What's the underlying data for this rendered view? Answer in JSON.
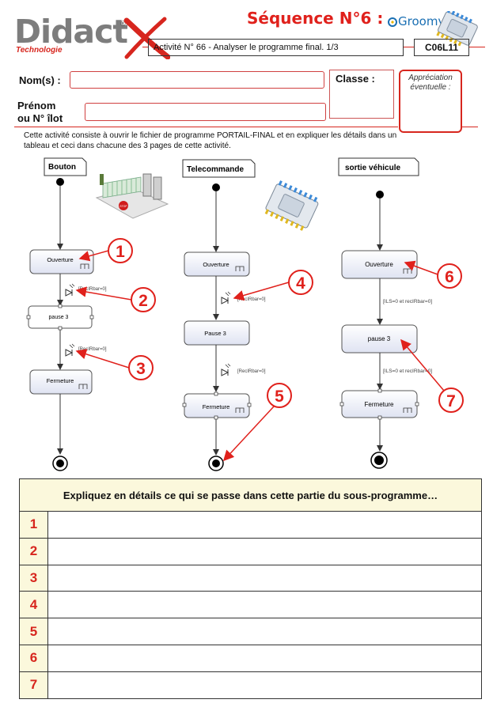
{
  "header": {
    "logo_main": "Didact",
    "logo_reg": "®",
    "logo_sub": "Technologie",
    "sequence_title": "Séquence N°6 :",
    "brand": "Groomy",
    "activity": "Activité N° 66 - Analyser le programme final. 1/3",
    "code": "C06L11",
    "accent_color": "#e0211c"
  },
  "form": {
    "name_label": "Nom(s) :",
    "class_label": "Classe :",
    "firstname_label_1": "Prénom",
    "firstname_label_2": "ou N° îlot",
    "appreciation_1": "Appréciation",
    "appreciation_2": "éventuelle :"
  },
  "intro": "Cette activité consiste à  ouvrir le fichier de programme PORTAIL-FINAL et en expliquer les détails dans un tableau et ceci dans chacune des 3 pages de cette activité.",
  "diagrams": {
    "d1": {
      "title": "Bouton",
      "state1": "Ouverture",
      "guard1": "[RecIRbar=0]",
      "state2": "pause 3",
      "guard2": "[RecIRbar=0]",
      "state3": "Fermeture",
      "sign": "STOP"
    },
    "d2": {
      "title": "Telecommande",
      "state1": "Ouverture",
      "guard1": "[RecIRbar=0]",
      "state2": "Pause 3",
      "guard2": "[RecIRbar=0]",
      "state3": "Fermeture"
    },
    "d3": {
      "title": "sortie véhicule",
      "state1": "Ouverture",
      "guard1": "[ILS=0 et recIRbar=0]",
      "state2": "pause 3",
      "guard2": "[ILS=0 et recIRbar=0]",
      "state3": "Fermeture"
    },
    "markers": [
      "1",
      "2",
      "3",
      "4",
      "5",
      "6",
      "7"
    ]
  },
  "table": {
    "header": "Expliquez en détails ce qui se passe dans cette partie du sous-programme…",
    "rows": [
      "1",
      "2",
      "3",
      "4",
      "5",
      "6",
      "7"
    ]
  }
}
